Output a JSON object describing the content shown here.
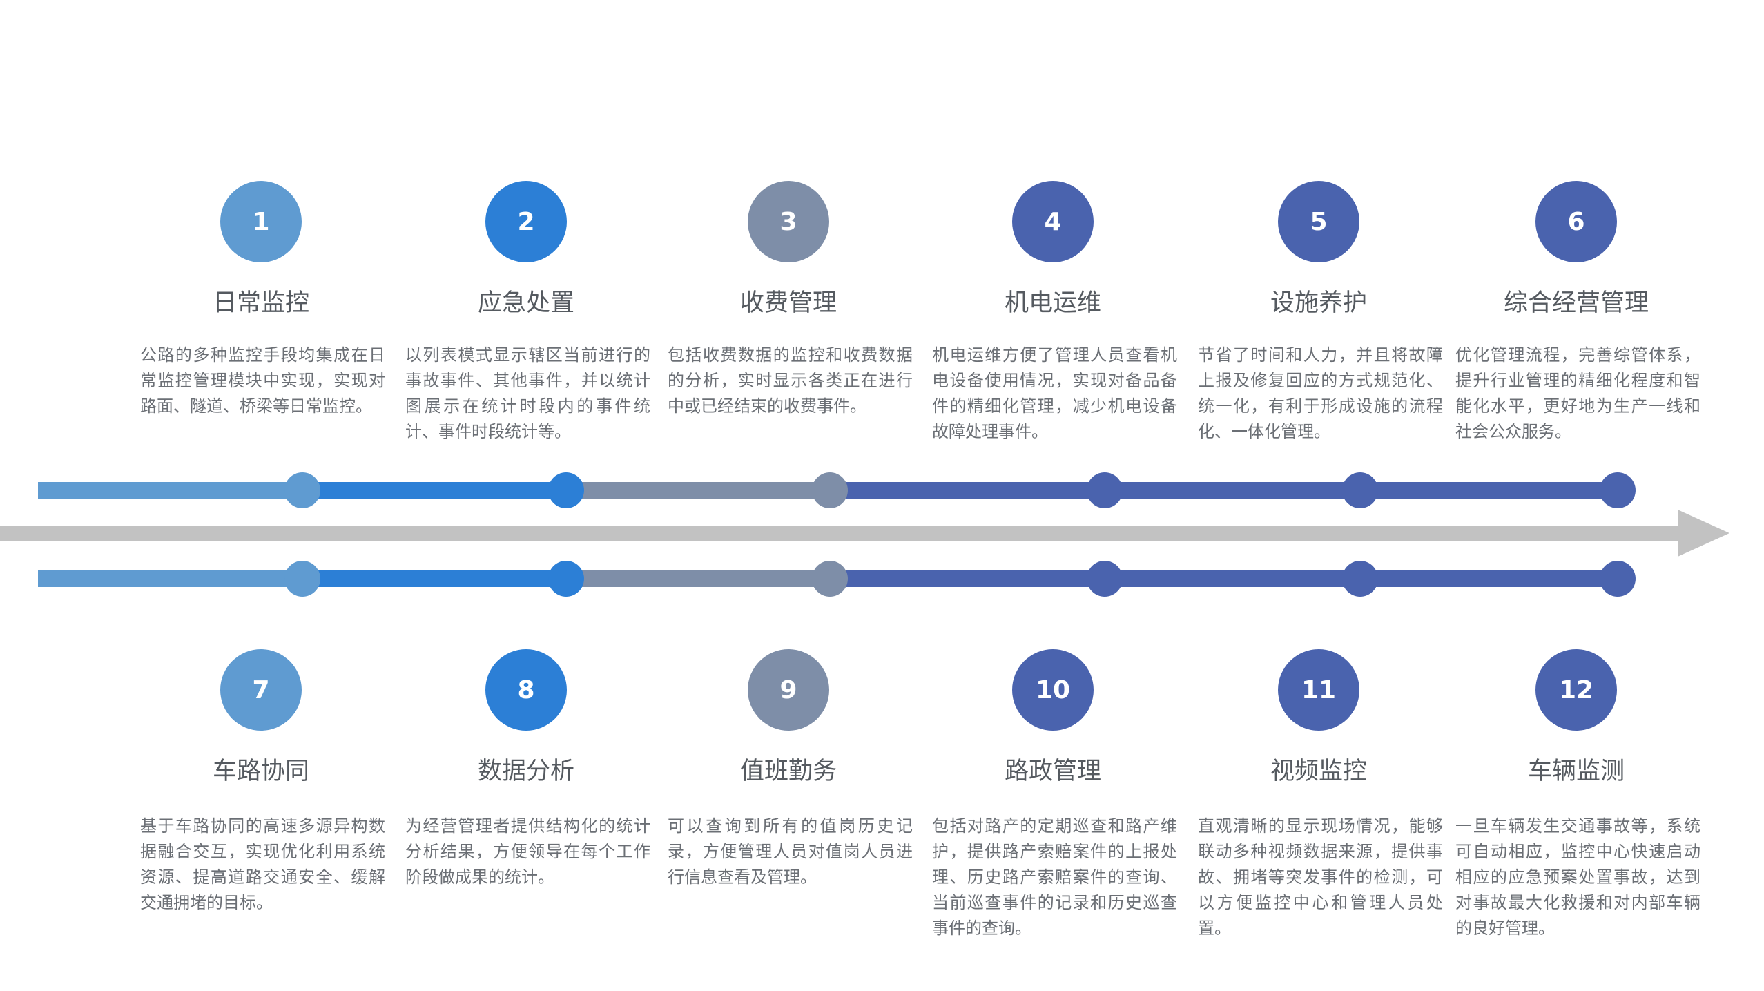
{
  "colors": [
    "#5f9bd1",
    "#2c7fd6",
    "#7e8ea8",
    "#4a63ae",
    "#4a63ae",
    "#4a63ae"
  ],
  "arrow_color": "#c2c2c2",
  "top_row": [
    {
      "number": "1",
      "title": "日常监控",
      "desc": "公路的多种监控手段均集成在日常监控管理模块中实现，实现对路面、隧道、桥梁等日常监控。"
    },
    {
      "number": "2",
      "title": "应急处置",
      "desc": "以列表模式显示辖区当前进行的事故事件、其他事件，并以统计图展示在统计时段内的事件统计、事件时段统计等。"
    },
    {
      "number": "3",
      "title": "收费管理",
      "desc": "包括收费数据的监控和收费数据的分析，实时显示各类正在进行中或已经结束的收费事件。"
    },
    {
      "number": "4",
      "title": "机电运维",
      "desc": "机电运维方便了管理人员查看机电设备使用情况，实现对备品备件的精细化管理，减少机电设备故障处理事件。"
    },
    {
      "number": "5",
      "title": "设施养护",
      "desc": "节省了时间和人力，并且将故障上报及修复回应的方式规范化、统一化，有利于形成设施的流程化、一体化管理。"
    },
    {
      "number": "6",
      "title": "综合经营管理",
      "desc": "优化管理流程，完善综管体系，提升行业管理的精细化程度和智能化水平，更好地为生产一线和社会公众服务。"
    }
  ],
  "bottom_row": [
    {
      "number": "7",
      "title": "车路协同",
      "desc": "基于车路协同的高速多源异构数据融合交互，实现优化利用系统资源、提高道路交通安全、缓解交通拥堵的目标。"
    },
    {
      "number": "8",
      "title": "数据分析",
      "desc": "为经营管理者提供结构化的统计分析结果，方便领导在每个工作阶段做成果的统计。"
    },
    {
      "number": "9",
      "title": "值班勤务",
      "desc": "可以查询到所有的值岗历史记录，方便管理人员对值岗人员进行信息查看及管理。"
    },
    {
      "number": "10",
      "title": "路政管理",
      "desc": "包括对路产的定期巡查和路产维护，提供路产索赔案件的上报处理、历史路产索赔案件的查询、当前巡查事件的记录和历史巡查事件的查询。"
    },
    {
      "number": "11",
      "title": "视频监控",
      "desc": "直观清晰的显示现场情况，能够联动多种视频数据来源，提供事故、拥堵等突发事件的检测，可以方便监控中心和管理人员处置。"
    },
    {
      "number": "12",
      "title": "车辆监测",
      "desc": "一旦车辆发生交通事故等，系统可自动相应，监控中心快速启动相应的应急预案处置事故，达到对事故最大化救援和对内部车辆的良好管理。"
    }
  ]
}
